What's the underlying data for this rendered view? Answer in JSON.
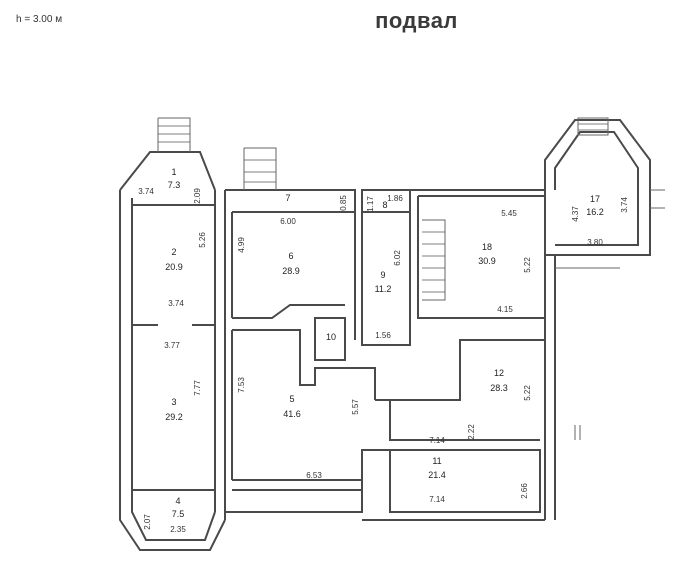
{
  "header": {
    "height_note": "h = 3.00 м",
    "title": "подвал"
  },
  "rooms": [
    {
      "num": "1",
      "area": "7.3"
    },
    {
      "num": "2",
      "area": "20.9"
    },
    {
      "num": "3",
      "area": "29.2"
    },
    {
      "num": "4",
      "area": "7.5"
    },
    {
      "num": "5",
      "area": "41.6"
    },
    {
      "num": "6",
      "area": "28.9"
    },
    {
      "num": "7",
      "area": ""
    },
    {
      "num": "8",
      "area": ""
    },
    {
      "num": "9",
      "area": "11.2"
    },
    {
      "num": "10",
      "area": ""
    },
    {
      "num": "11",
      "area": "21.4"
    },
    {
      "num": "12",
      "area": "28.3"
    },
    {
      "num": "17",
      "area": "16.2"
    },
    {
      "num": "18",
      "area": "30.9"
    }
  ],
  "dimensions": [
    "3.74",
    "2.09",
    "5.26",
    "3.74",
    "3.77",
    "7.77",
    "2.07",
    "2.35",
    "6.00",
    "0.85",
    "4.99",
    "1.17",
    "1.86",
    "6.02",
    "1.56",
    "7.53",
    "5.57",
    "6.53",
    "5.45",
    "5.22",
    "4.15",
    "5.22",
    "2.22",
    "7.14",
    "7.14",
    "2.66",
    "4.37",
    "3.74",
    "3.80"
  ]
}
